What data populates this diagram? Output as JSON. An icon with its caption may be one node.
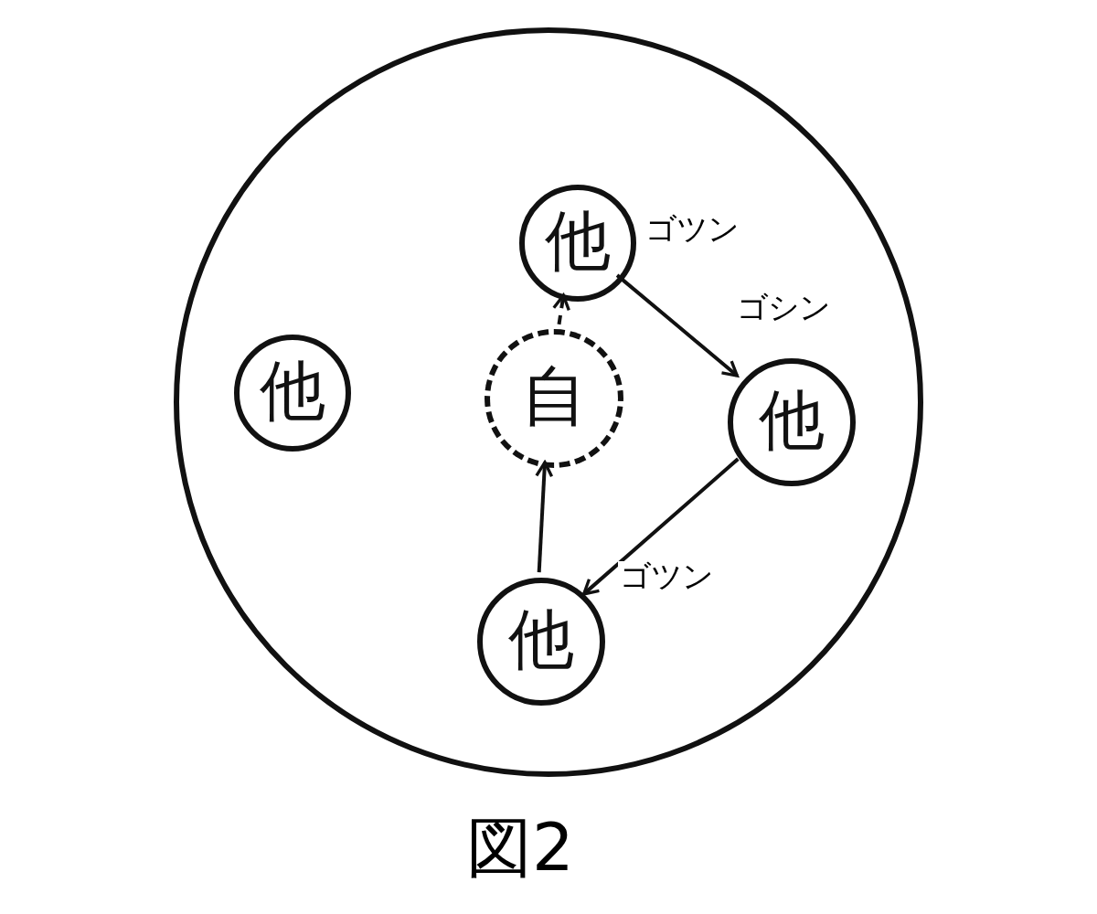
{
  "diagram": {
    "caption": "図2",
    "nodes": [
      {
        "text": [],
        "shape": "circle"
      },
      {
        "text": [
          "他"
        ],
        "in": 0,
        "beside": [
          "ゴツン"
        ]
      },
      {
        "text": [
          "他"
        ],
        "in": 0
      },
      {
        "text": [
          "自"
        ],
        "in": 0
      },
      {
        "text": [
          "他"
        ],
        "in": 0,
        "beside": [
          "ゴシン"
        ]
      },
      {
        "text": [
          "他"
        ],
        "in": 0,
        "beside": [
          "ゴツン"
        ]
      }
    ],
    "edges": [
      {
        "from": 3,
        "to": 1,
        "arrow": "to",
        "style": "dashed"
      },
      {
        "from": 1,
        "to": 4,
        "arrow": "to"
      },
      {
        "from": 4,
        "to": 5,
        "arrow": "to"
      },
      {
        "from": 5,
        "to": 3,
        "arrow": "to"
      }
    ]
  }
}
